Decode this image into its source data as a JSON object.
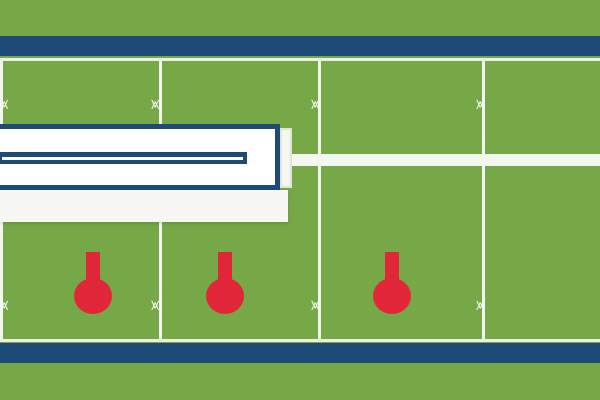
{
  "scene": {
    "colors": {
      "field": "#77a847",
      "stripe": "#1d4a77",
      "line": "#f4f7ef",
      "marker": "#e2263a"
    },
    "markers": [
      {
        "name": "marker-1"
      },
      {
        "name": "marker-2"
      },
      {
        "name": "marker-3"
      }
    ],
    "icons": [
      "hash-mark-icon",
      "pin-marker-icon",
      "banner-icon"
    ]
  }
}
